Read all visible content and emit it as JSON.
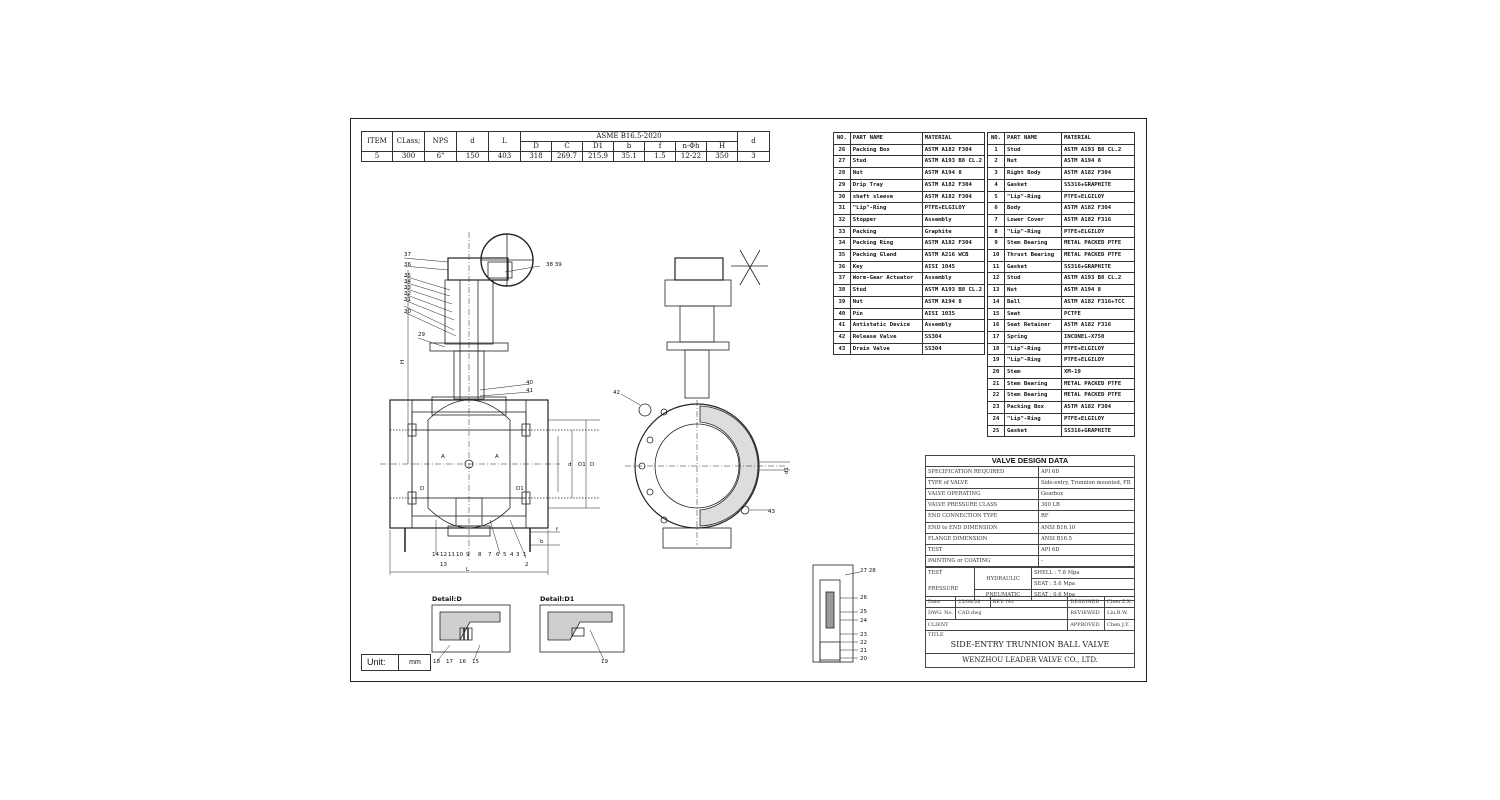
{
  "dimension_table": {
    "standard": "ASME B16.5-2020",
    "headers": [
      "ITEM",
      "CLass;",
      "NPS",
      "d",
      "L",
      "D",
      "C",
      "D1",
      "b",
      "f",
      "n-Φh",
      "H",
      "d"
    ],
    "row": [
      "5",
      "300",
      "6\"",
      "150",
      "403",
      "318",
      "269.7",
      "215.9",
      "35.1",
      "1.5",
      "12-22",
      "350",
      "3"
    ]
  },
  "parts_left": {
    "headers": [
      "NO.",
      "PART NAME",
      "MATERIAL"
    ],
    "rows": [
      [
        "26",
        "Packing Box",
        "ASTM A182 F304"
      ],
      [
        "27",
        "Stud",
        "ASTM A193 B8 CL.2"
      ],
      [
        "28",
        "Nut",
        "ASTM A194 8"
      ],
      [
        "29",
        "Drip Tray",
        "ASTM A182 F304"
      ],
      [
        "30",
        "shaft sleeve",
        "ASTM A182 F304"
      ],
      [
        "31",
        "\"Lip\"-Ring",
        "PTFE+ELGILOY"
      ],
      [
        "32",
        "Stopper",
        "Assembly"
      ],
      [
        "33",
        "Packing",
        "Graphite"
      ],
      [
        "34",
        "Packing Ring",
        "ASTM A182 F304"
      ],
      [
        "35",
        "Packing Gland",
        "ASTM A216 WCB"
      ],
      [
        "36",
        "Key",
        "AISI 1045"
      ],
      [
        "37",
        "Worm-Gear Actuator",
        "Assembly"
      ],
      [
        "38",
        "Stud",
        "ASTM A193 B8 CL.2"
      ],
      [
        "39",
        "Nut",
        "ASTM A194 8"
      ],
      [
        "40",
        "Pin",
        "AISI 1035"
      ],
      [
        "41",
        "Antistatic  Device",
        "Assembly"
      ],
      [
        "42",
        "Release Valve",
        "SS304"
      ],
      [
        "43",
        "Drain Valve",
        "SS304"
      ]
    ]
  },
  "parts_right": {
    "headers": [
      "NO.",
      "PART NAME",
      "MATERIAL"
    ],
    "rows": [
      [
        "1",
        "Stud",
        "ASTM A193 B8 CL.2"
      ],
      [
        "2",
        "Nut",
        "ASTM A194 8"
      ],
      [
        "3",
        "Right Body",
        "ASTM A182 F304"
      ],
      [
        "4",
        "Gasket",
        "SS316+GRAPHITE"
      ],
      [
        "5",
        "\"Lip\"-Ring",
        "PTFE+ELGILOY"
      ],
      [
        "6",
        "Body",
        "ASTM A182 F304"
      ],
      [
        "7",
        "Lower Cover",
        "ASTM A182 F316"
      ],
      [
        "8",
        "\"Lip\"-Ring",
        "PTFE+ELGILOY"
      ],
      [
        "9",
        "Stem Bearing",
        "METAL PACKED PTFE"
      ],
      [
        "10",
        "Thrust Bearing",
        "METAL PACKED PTFE"
      ],
      [
        "11",
        "Gasket",
        "SS316+GRAPHITE"
      ],
      [
        "12",
        "Stud",
        "ASTM A193 B8 CL.2"
      ],
      [
        "13",
        "Nut",
        "ASTM A194 8"
      ],
      [
        "14",
        "Ball",
        "ASTM A182 F316+TCC"
      ],
      [
        "15",
        "Seat",
        "PCTFE"
      ],
      [
        "16",
        "Seat Retainer",
        "ASTM A182 F316"
      ],
      [
        "17",
        "Spring",
        "INCONEL-X750"
      ],
      [
        "18",
        "\"Lip\"-Ring",
        "PTFE+ELGILOY"
      ],
      [
        "19",
        "\"Lip\"-Ring",
        "PTFE+ELGILOY"
      ],
      [
        "20",
        "Stem",
        "XM-19"
      ],
      [
        "21",
        "Stem Bearing",
        "METAL PACKED PTFE"
      ],
      [
        "22",
        "Stem Bearing",
        "METAL PACKED PTFE"
      ],
      [
        "23",
        "Packing Box",
        "ASTM A182 F304"
      ],
      [
        "24",
        "\"Lip\"-Ring",
        "PTFE+ELGILOY"
      ],
      [
        "25",
        "Gasket",
        "SS316+GRAPHITE"
      ]
    ]
  },
  "design_data": {
    "title": "VALVE DESIGN DATA",
    "rows": [
      [
        "SPECIFICATION REQUIRED",
        "API 6D"
      ],
      [
        "TYPE of VALVE",
        "Side-entry, Trunnion mounted, FB"
      ],
      [
        "VALVE OPERATING",
        "Gearbox"
      ],
      [
        "VALVE PRESSURE CLASS",
        "300 LB"
      ],
      [
        "END CONNECTION TYPE",
        "RF"
      ],
      [
        "END to END DIMENSION",
        "ANSI B16.10"
      ],
      [
        "FLANGE DIMENSION",
        "ANSI B16.5"
      ],
      [
        "TEST",
        "API 6D"
      ],
      [
        "PAINTING or COATING",
        "-"
      ]
    ],
    "test_pressure": {
      "label_test": "TEST",
      "label_pressure": "PRESSURE",
      "hydraulic": "HYDRAULIC",
      "pneumatic": "PNEUMATIC",
      "shell": "SHELL  :   7.8   Mpa",
      "seat_h": "SEAT  :   5.6   Mpa",
      "seat_p": "SEAT  :   0.6   Mpa"
    }
  },
  "title_block": {
    "date_label": "Date",
    "date": "25/08/28",
    "rev_label": "REV. No.",
    "designed_label": "DESIGNED",
    "designed": "Chen Z.X.",
    "dwg_label": "DWG. No.",
    "dwg": "CAD.dwg",
    "reviewed_label": "REVIEWED",
    "reviewed": "Liu.B.W.",
    "client_label": "CLIENT",
    "approved_label": "APPROVED",
    "approved": "Chen J.Y.",
    "title_label": "TITLE",
    "title": "SIDE-ENTRY TRUNNION BALL  VALVE",
    "company": "WENZHOU LEADER VALVE CO., LTD."
  },
  "unit": {
    "label": "Unit:",
    "value": "mm"
  },
  "details": {
    "detail_d": "Detail:D",
    "detail_d1": "Detail:D1"
  },
  "callouts_front": [
    "37",
    "36",
    "35",
    "34",
    "33",
    "32",
    "31",
    "30",
    "29",
    "H",
    "38 39",
    "40",
    "41",
    "L",
    "b",
    "f",
    "d",
    "D1",
    "D",
    "A",
    "A",
    "D",
    "D1"
  ],
  "callouts_bottom": [
    "14",
    "12",
    "11",
    "10",
    "9",
    "8",
    "7",
    "6",
    "5",
    "4",
    "3",
    "1",
    "13",
    "2"
  ],
  "callouts_side": [
    "42",
    "43",
    "d1"
  ],
  "callouts_detail": [
    "18",
    "17",
    "16",
    "15",
    "19"
  ],
  "callouts_stem": [
    "27 28",
    "26",
    "25",
    "24",
    "23",
    "22",
    "21",
    "20"
  ]
}
